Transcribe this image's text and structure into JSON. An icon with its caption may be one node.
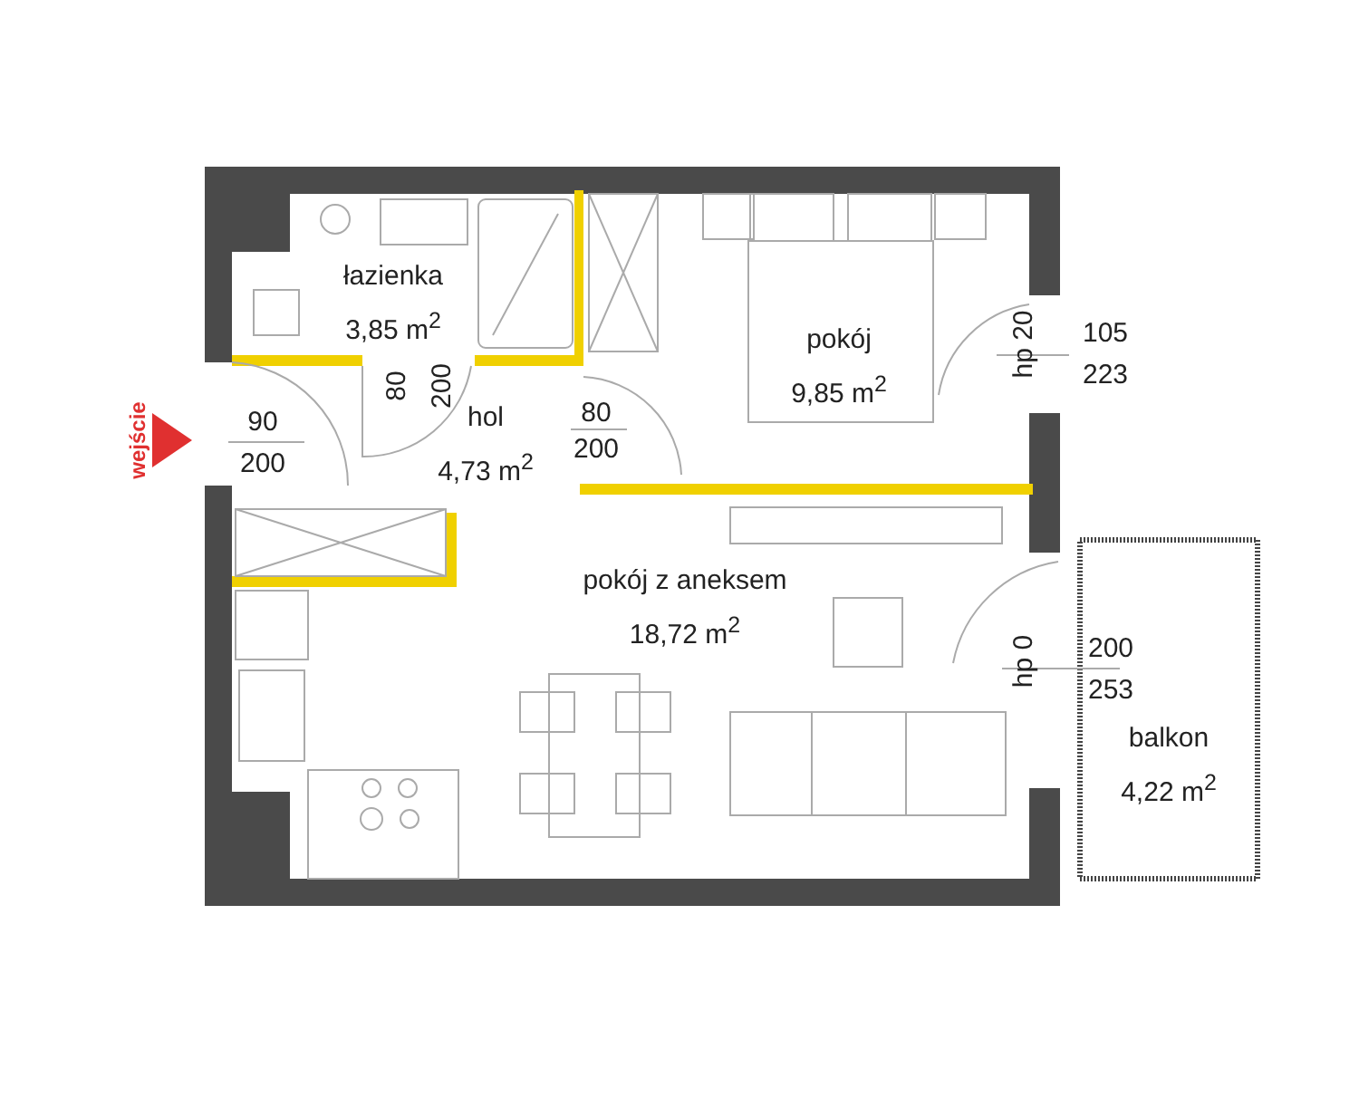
{
  "diagram": {
    "nodes": [
      {
        "text": [
          "łazienka",
          "3,85 m$^{2}$"
        ]
      },
      {
        "text": [
          "pokój",
          "9,85 m$^{2}$"
        ]
      },
      {
        "text": [
          "hol",
          "4,73 m$^{2}$"
        ]
      },
      {
        "text": [
          "pokój z aneksem",
          "18,72 m$^{2}$"
        ]
      },
      {
        "text": [
          "balkon",
          "4,22 m$^{2}$"
        ]
      }
    ],
    "labels": [
      "hp 20",
      "105",
      "223",
      "80",
      "200",
      "wejście",
      "90",
      "200",
      "80",
      "200",
      "hp 0",
      "200",
      "253"
    ]
  }
}
